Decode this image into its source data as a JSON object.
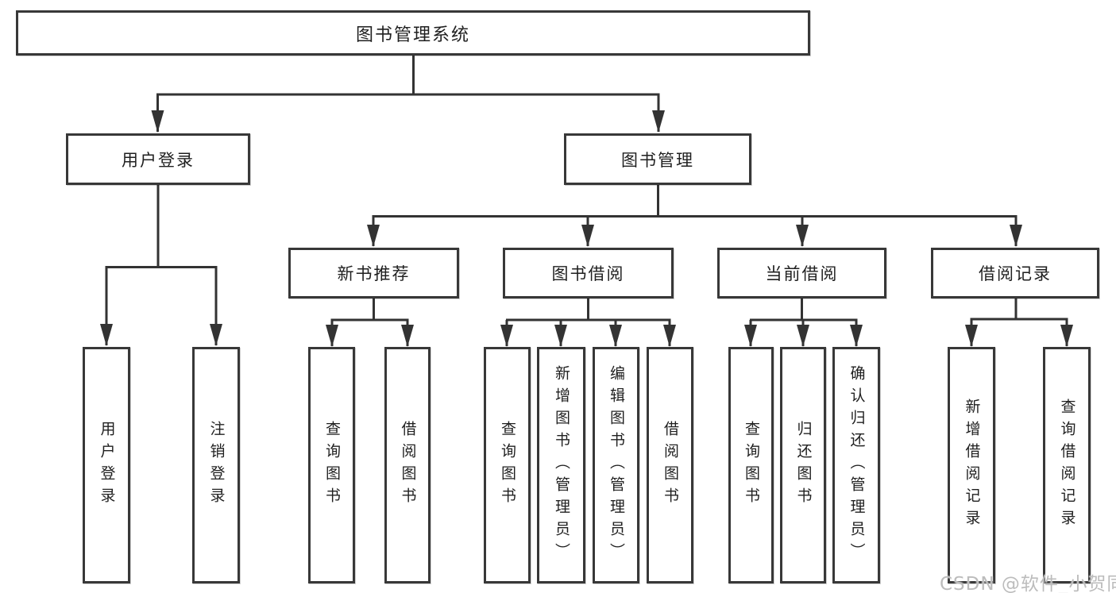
{
  "diagram": {
    "title": "图书管理系统",
    "branches": [
      {
        "label": "用户登录",
        "leaves": [
          {
            "label": "用户登录"
          },
          {
            "label": "注销登录"
          }
        ]
      },
      {
        "label": "图书管理",
        "sections": [
          {
            "label": "新书推荐",
            "leaves": [
              {
                "label": "查询图书"
              },
              {
                "label": "借阅图书"
              }
            ]
          },
          {
            "label": "图书借阅",
            "leaves": [
              {
                "label": "查询图书"
              },
              {
                "label": "新增图书（管理员）"
              },
              {
                "label": "编辑图书（管理员）"
              },
              {
                "label": "借阅图书"
              }
            ]
          },
          {
            "label": "当前借阅",
            "leaves": [
              {
                "label": "查询图书"
              },
              {
                "label": "归还图书"
              },
              {
                "label": "确认归还（管理员）"
              }
            ]
          },
          {
            "label": "借阅记录",
            "leaves": [
              {
                "label": "新增借阅记录"
              },
              {
                "label": "查询借阅记录"
              }
            ]
          }
        ]
      }
    ]
  },
  "colors": {
    "line": "#333333",
    "border": "#383838",
    "text": "#1f1f1f",
    "watermark": "#bcbcbc"
  },
  "watermark": {
    "text": "CSDN @软件_小贺同学"
  }
}
